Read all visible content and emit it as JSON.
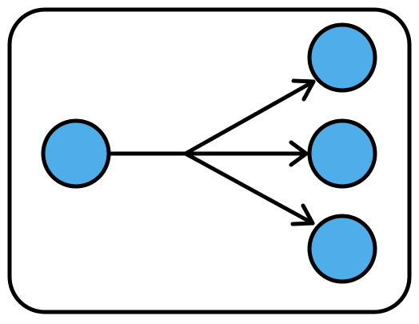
{
  "diagram": {
    "type": "fan-out",
    "colors": {
      "node_fill": "#4FADEA",
      "stroke": "#000000",
      "background": "#FFFFFF"
    },
    "nodes": [
      {
        "id": "source",
        "role": "source"
      },
      {
        "id": "target-1",
        "role": "target"
      },
      {
        "id": "target-2",
        "role": "target"
      },
      {
        "id": "target-3",
        "role": "target"
      }
    ],
    "edges": [
      {
        "from": "source",
        "to": "target-1",
        "arrow": "open"
      },
      {
        "from": "source",
        "to": "target-2",
        "arrow": "open"
      },
      {
        "from": "source",
        "to": "target-3",
        "arrow": "open"
      }
    ]
  }
}
